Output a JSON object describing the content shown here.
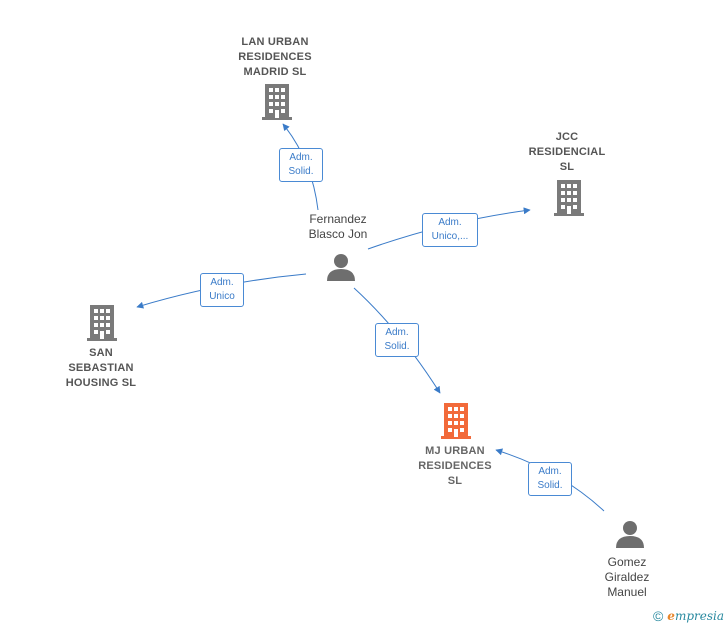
{
  "colors": {
    "edge": "#3a7bc8",
    "company": "#7a7a7a",
    "main_company": "#f26a3a",
    "person": "#6e6e6e"
  },
  "nodes": {
    "lan_urban": {
      "label": "LAN URBAN\nRESIDENCES\nMADRID  SL",
      "icon": "building-icon"
    },
    "jcc": {
      "label": "JCC\nRESIDENCIAL\nSL",
      "icon": "building-icon"
    },
    "san_sebastian": {
      "label": "SAN\nSEBASTIAN\nHOUSING  SL",
      "icon": "building-icon"
    },
    "mj_urban": {
      "label": "MJ URBAN\nRESIDENCES\nSL",
      "icon": "building-icon"
    },
    "fernandez": {
      "label": "Fernandez\nBlasco Jon",
      "icon": "person-icon"
    },
    "gomez": {
      "label": "Gomez\nGiraldez\nManuel",
      "icon": "person-icon"
    }
  },
  "edges": {
    "to_lan": "Adm.\nSolid.",
    "to_jcc": "Adm.\nUnico,...",
    "to_san": "Adm.\nUnico",
    "to_mj": "Adm.\nSolid.",
    "gomez_to_mj": "Adm.\nSolid."
  },
  "footer": {
    "copyright": "©",
    "brand_initial": "e",
    "brand_rest": "mpresia"
  }
}
